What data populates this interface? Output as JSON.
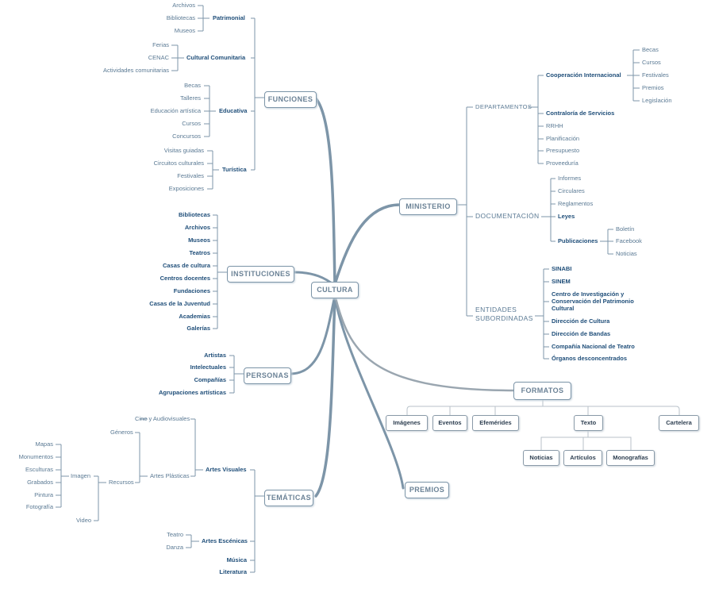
{
  "center": "CULTURA",
  "funciones": {
    "label": "FUNCIONES",
    "patrimonial": {
      "label": "Patrimonial",
      "items": [
        "Archivos",
        "Bibliotecas",
        "Museos"
      ]
    },
    "comunitaria": {
      "label": "Cultural Comunitaria",
      "items": [
        "Ferias",
        "CENAC",
        "Actividades comunitarias"
      ]
    },
    "educativa": {
      "label": "Educativa",
      "items": [
        "Becas",
        "Talleres",
        "Educación artística",
        "Cursos",
        "Concursos"
      ]
    },
    "turistica": {
      "label": "Turística",
      "items": [
        "Visitas guiadas",
        "Circuitos culturales",
        "Festivales",
        "Exposiciones"
      ]
    }
  },
  "instituciones": {
    "label": "INSTITUCIONES",
    "items": [
      "Bibliotecas",
      "Archivos",
      "Museos",
      "Teatros",
      "Casas de cultura",
      "Centros docentes",
      "Fundaciones",
      "Casas de la Juventud",
      "Academias",
      "Galerías"
    ]
  },
  "personas": {
    "label": "PERSONAS",
    "items": [
      "Artistas",
      "Intelectuales",
      "Compañías",
      "Agrupaciones artísticas"
    ]
  },
  "tematicas": {
    "label": "TEMÁTICAS",
    "artes_visuales": "Artes Visuales",
    "generos": "Géneros",
    "recursos": "Recursos",
    "cine": "Cine y Audiovisuales",
    "plasticas": "Artes Plásticas",
    "imagen": "Imagen",
    "video": "Video",
    "imagen_items": [
      "Mapas",
      "Monumentos",
      "Esculturas",
      "Grabados",
      "Pintura",
      "Fotografía"
    ],
    "escenicas": {
      "label": "Artes Escénicas",
      "items": [
        "Teatro",
        "Danza"
      ]
    },
    "musica": "Música",
    "literatura": "Literatura"
  },
  "ministerio": {
    "label": "MINISTERIO",
    "departamentos": {
      "label": "DEPARTAMENTOS",
      "cooperacion": {
        "label": "Cooperación Internacional",
        "items": [
          "Becas",
          "Cursos",
          "Festivales",
          "Premios",
          "Legislación"
        ]
      },
      "contraloria": "Contraloría de Servicios",
      "items": [
        "RRHH",
        "Planificación",
        "Presupuesto",
        "Proveeduría"
      ]
    },
    "documentacion": {
      "label": "DOCUMENTACIÓN",
      "items": [
        "Informes",
        "Circulares",
        "Reglamentos"
      ],
      "leyes": "Leyes",
      "publicaciones": {
        "label": "Publicaciones",
        "items": [
          "Boletín",
          "Facebook",
          "Noticias"
        ]
      }
    },
    "entidades": {
      "label_1": "ENTIDADES",
      "label_2": "SUBORDINADAS",
      "items": [
        "SINABI",
        "SINEM"
      ],
      "centro": [
        "Centro de Investigación y",
        "Conservación del Patrimonio",
        "Cultural"
      ],
      "items_2": [
        "Dirección de Cultura",
        "Dirección de Bandas",
        "Compañía Nacional de Teatro",
        "Órganos desconcentrados"
      ]
    }
  },
  "formatos": {
    "label": "FORMATOS",
    "items": [
      "Imágenes",
      "Eventos",
      "Efemérides",
      "Texto",
      "Cartelera"
    ],
    "texto_items": [
      "Noticias",
      "Artículos",
      "Monografías"
    ]
  },
  "premios": "PREMIOS",
  "colors": {
    "branch": "#7d95a8",
    "text_dark": "#1f4e79",
    "text_light": "#5b7a94",
    "grey_branch": "#9aa6b0"
  }
}
